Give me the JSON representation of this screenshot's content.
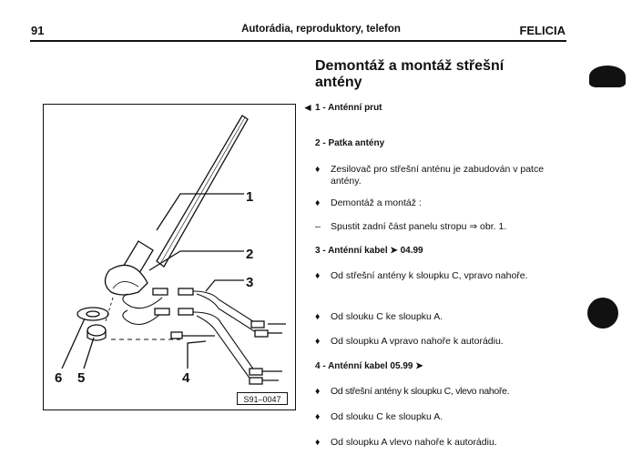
{
  "header": {
    "page_number": "91",
    "title": "Autorádia, reproduktory, telefon",
    "brand": "FELICIA"
  },
  "page_title_lines": [
    "Demontáž a montáž střešní",
    "antény"
  ],
  "pointer_glyph": "◄",
  "figure": {
    "labels": {
      "l1": "1",
      "l2": "2",
      "l3": "3",
      "l4": "4",
      "l5": "5",
      "l6": "6"
    },
    "code": "S91–0047"
  },
  "items": {
    "h1": "1 - Anténní prut",
    "h2": "2 - Patka antény",
    "b1": "Zesilovač pro střešní anténu je zabudován v patce antény.",
    "b2": "Demontáž a montáž :",
    "d1": "Spustit zadní část panelu stropu ⇒ obr. 1.",
    "h3": "3 - Anténní kabel ➤ 04.99",
    "b3": "Od střešní antény k sloupku C, vpravo nahoře.",
    "b4": "Od slouku C ke sloupku A.",
    "b5": "Od sloupku A vpravo nahoře k autorádiu.",
    "h4": "4 - Anténní kabel 05.99 ➤",
    "b6": "Od střešní antény k sloupku C, vlevo nahoře.",
    "b7": "Od slouku C ke sloupku A.",
    "b8": "Od sloupku A vlevo nahoře k autorádiu."
  },
  "markers": {
    "bullet": "♦",
    "dash": "–"
  }
}
